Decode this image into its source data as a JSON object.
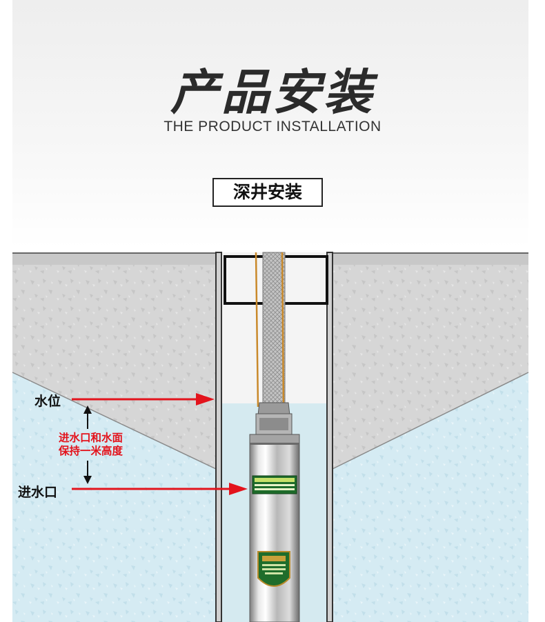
{
  "header": {
    "title": "产品安装",
    "subtitle": "THE PRODUCT INSTALLATION"
  },
  "section": {
    "label": "深井安装"
  },
  "callouts": {
    "water_level": "水位",
    "inlet": "进水口",
    "note_line1": "进水口和水面",
    "note_line2": "保持一米高度"
  },
  "colors": {
    "arrow_red": "#e3131c",
    "ground_gray": "#d9d9d9",
    "water_blue": "#d4ecf4",
    "rope_gold": "#c9892a"
  },
  "icons": [
    "red-arrow-icon",
    "double-arrow-icon",
    "pump-icon"
  ]
}
